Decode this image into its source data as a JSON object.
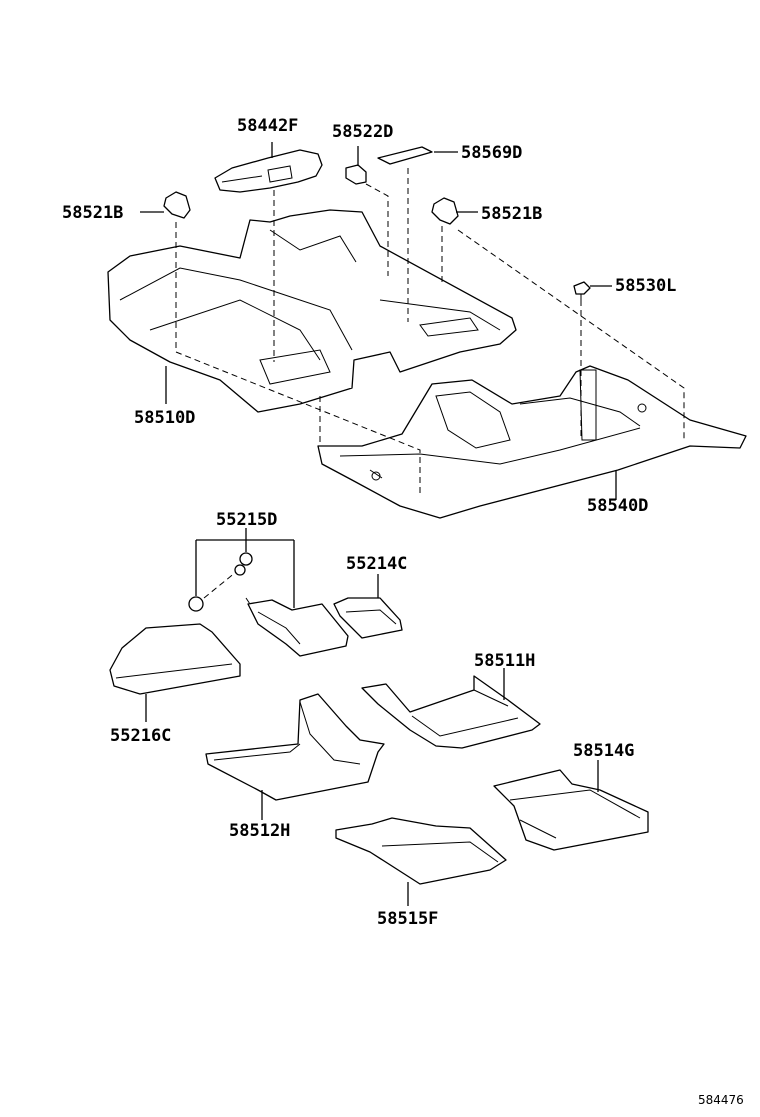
{
  "diagram": {
    "reference_number": "584476",
    "labels": {
      "p58442F": "58442F",
      "p58522D": "58522D",
      "p58569D": "58569D",
      "p58521B_left": "58521B",
      "p58521B_right": "58521B",
      "p58530L": "58530L",
      "p58510D": "58510D",
      "p58540D": "58540D",
      "p55215D": "55215D",
      "p55214C": "55214C",
      "p58511H": "58511H",
      "p55216C": "55216C",
      "p58514G": "58514G",
      "p58512H": "58512H",
      "p58515F": "58515F"
    }
  }
}
